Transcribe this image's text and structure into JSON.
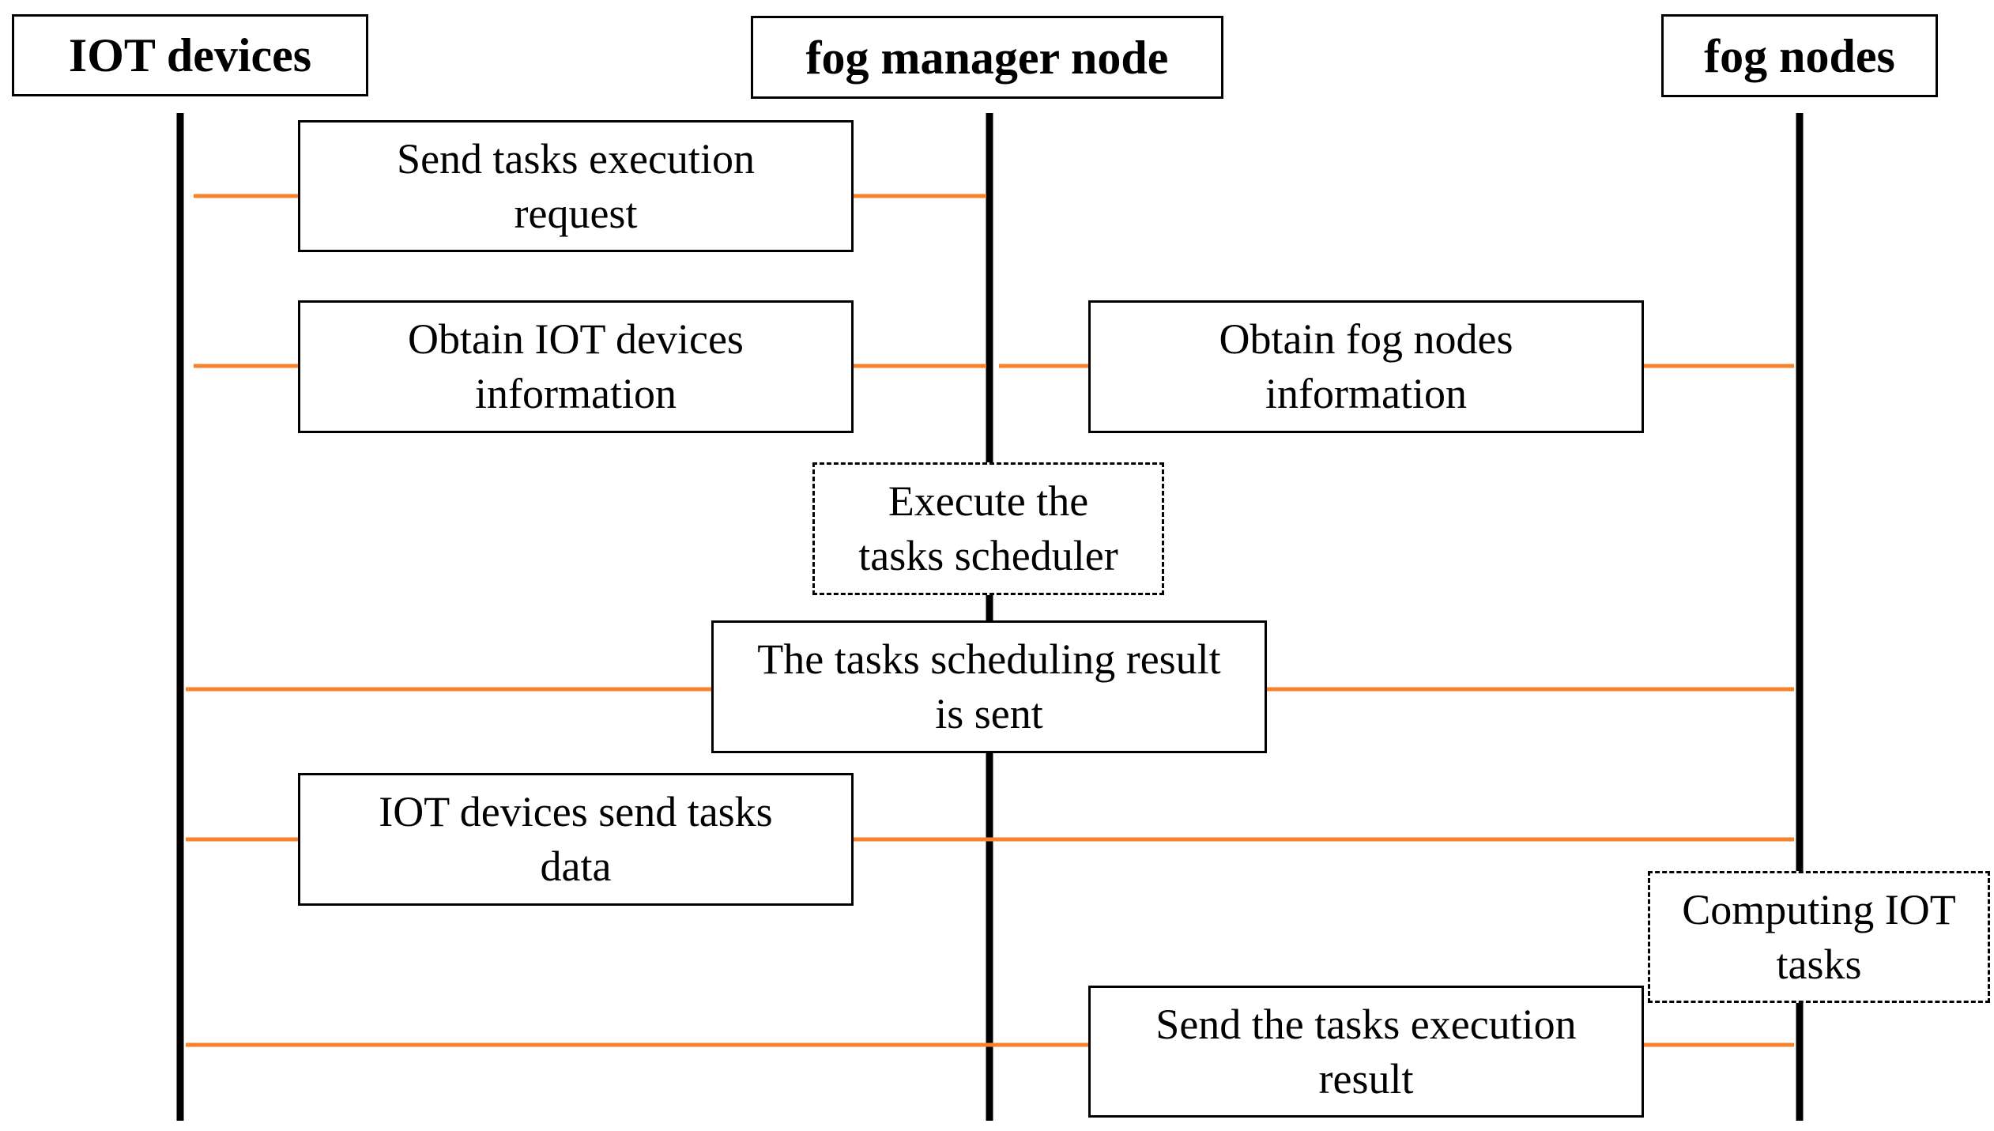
{
  "diagram": {
    "type": "sequence",
    "colors": {
      "arrow": "#f7822a",
      "lifeline": "#000000",
      "border": "#000000"
    },
    "lifelines": {
      "iot": "IOT devices",
      "manager": "fog manager node",
      "fog": "fog nodes"
    },
    "messages": [
      {
        "id": "send_request",
        "label": "Send  tasks execution\nrequest",
        "style": "solid"
      },
      {
        "id": "obtain_iot",
        "label": "Obtain IOT devices\ninformation",
        "style": "solid"
      },
      {
        "id": "obtain_fog",
        "label": "Obtain fog nodes\ninformation",
        "style": "solid"
      },
      {
        "id": "execute",
        "label": "Execute the\ntasks scheduler",
        "style": "dashed"
      },
      {
        "id": "result_sent",
        "label": "The tasks scheduling result\nis sent",
        "style": "solid"
      },
      {
        "id": "iot_send",
        "label": "IOT devices send tasks\ndata",
        "style": "solid"
      },
      {
        "id": "computing",
        "label": "Computing IOT\ntasks",
        "style": "dashed"
      },
      {
        "id": "exec_result",
        "label": "Send the tasks execution\nresult",
        "style": "solid"
      }
    ]
  }
}
